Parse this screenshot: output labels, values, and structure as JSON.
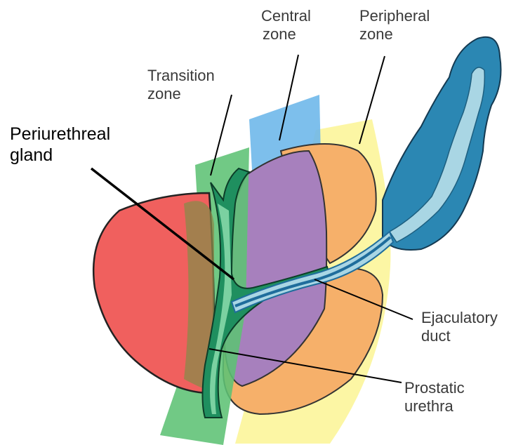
{
  "labels": {
    "central_zone": [
      "Central",
      "zone"
    ],
    "peripheral_zone": [
      "Peripheral",
      "zone"
    ],
    "transition_zone": [
      "Transition",
      "zone"
    ],
    "periurethreal_gland": [
      "Periurethreal",
      "gland"
    ],
    "ejaculatory_duct": [
      "Ejaculatory",
      "duct"
    ],
    "prostatic_urethra": [
      "Prostatic",
      "urethra"
    ]
  },
  "colors": {
    "anterior_stroma": "#f0605e",
    "peripheral_zone_band": "#fcf59a",
    "central_zone_band": "#6fb8ea",
    "transition_zone_band": "#5dc274",
    "central_region": "#a780bd",
    "peripheral_region": "#f6b06a",
    "seminal_vesicle": "#2b87b3",
    "duct": "#1f6d9c",
    "urethra": "#1c8a55"
  }
}
